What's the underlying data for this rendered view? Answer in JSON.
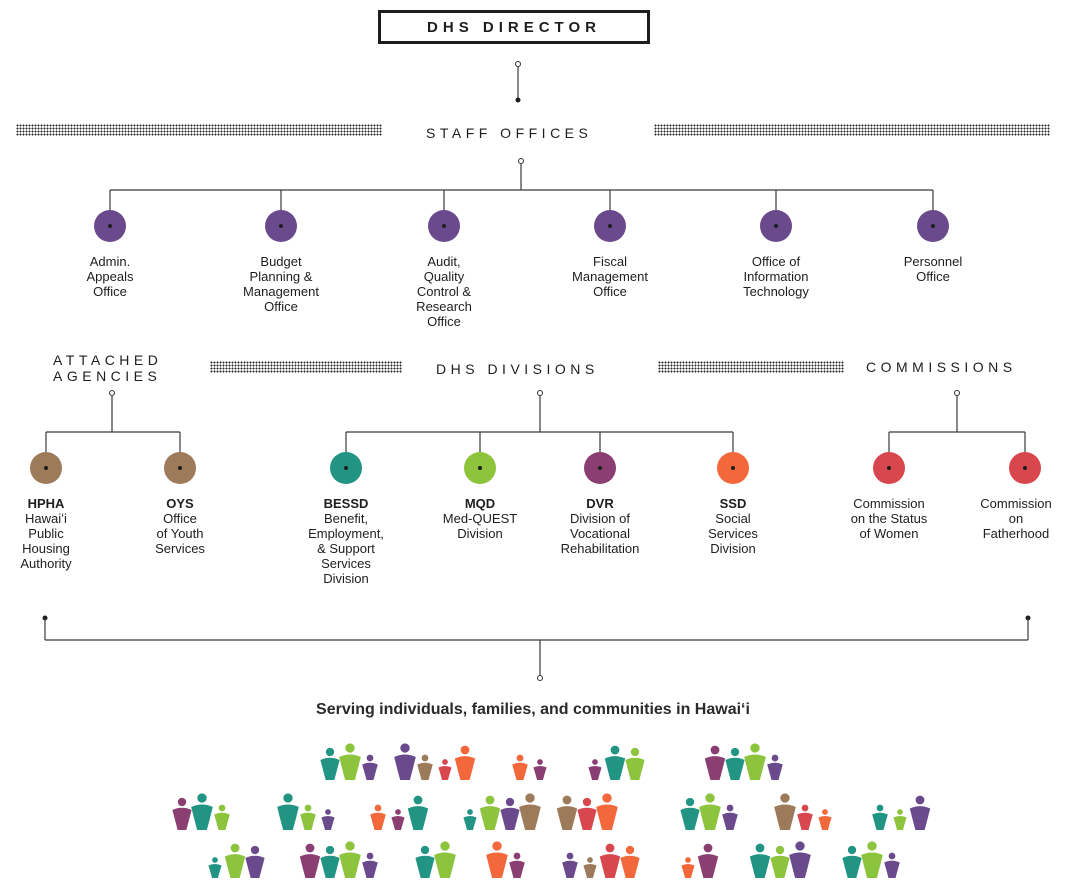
{
  "director": "DHS DIRECTOR",
  "headings": {
    "staff_offices": "STAFF OFFICES",
    "attached_agencies": [
      "ATTACHED",
      "AGENCIES"
    ],
    "dhs_divisions": "DHS DIVISIONS",
    "commissions": "COMMISSIONS"
  },
  "staff_offices": [
    {
      "id": "admin-appeals",
      "lines": [
        "Admin.",
        "Appeals",
        "Office"
      ]
    },
    {
      "id": "budget",
      "lines": [
        "Budget",
        "Planning &",
        "Management",
        "Office"
      ]
    },
    {
      "id": "audit",
      "lines": [
        "Audit,",
        "Quality",
        "Control &",
        "Research",
        "Office"
      ]
    },
    {
      "id": "fiscal",
      "lines": [
        "Fiscal",
        "Management",
        "Office"
      ]
    },
    {
      "id": "oit",
      "lines": [
        "Office of",
        "Information",
        "Technology"
      ]
    },
    {
      "id": "personnel",
      "lines": [
        "Personnel",
        "Office"
      ]
    }
  ],
  "attached_agencies": [
    {
      "id": "hpha",
      "abbr": "HPHA",
      "lines": [
        "Hawaiʻi",
        "Public",
        "Housing",
        "Authority"
      ]
    },
    {
      "id": "oys",
      "abbr": "OYS",
      "lines": [
        "Office",
        "of Youth",
        "Services"
      ]
    }
  ],
  "divisions": [
    {
      "id": "bessd",
      "abbr": "BESSD",
      "lines": [
        "Benefit,",
        "Employment,",
        "& Support",
        "Services",
        "Division"
      ]
    },
    {
      "id": "mqd",
      "abbr": "MQD",
      "lines": [
        "Med-QUEST",
        "Division"
      ]
    },
    {
      "id": "dvr",
      "abbr": "DVR",
      "lines": [
        "Division of",
        "Vocational",
        "Rehabilitation"
      ]
    },
    {
      "id": "ssd",
      "abbr": "SSD",
      "lines": [
        "Social",
        "Services",
        "Division"
      ]
    }
  ],
  "commissions": [
    {
      "id": "women",
      "lines": [
        "Commission",
        "on the Status",
        "of Women"
      ]
    },
    {
      "id": "fatherhood",
      "lines": [
        "Commission",
        "on",
        "Fatherhood"
      ]
    }
  ],
  "tagline": "Serving individuals, families, and communities in Hawaiʻi",
  "colors": {
    "staff": "#6a4a8c",
    "agency": "#9c7a5a",
    "bessd": "#229484",
    "mqd": "#8dc43d",
    "dvr": "#8a3e72",
    "ssd": "#f2683a",
    "commission": "#d9474e",
    "line": "#3a3a3a",
    "people": [
      "#229484",
      "#8dc43d",
      "#6a4a8c",
      "#9c7a5a",
      "#d9474e",
      "#f2683a",
      "#8a3e72"
    ]
  }
}
